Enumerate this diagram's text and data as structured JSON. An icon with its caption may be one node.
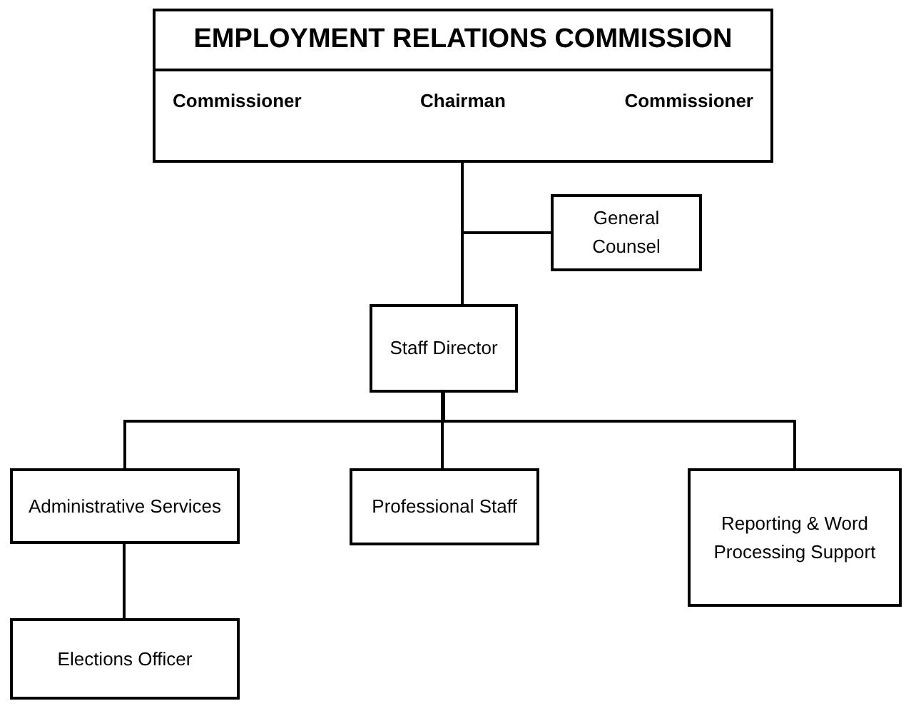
{
  "diagram": {
    "nodes": [
      {
        "text": [
          "EMPLOYMENT RELATIONS COMMISSION",
          "Commissioner",
          "Chairman",
          "Commissioner"
        ]
      },
      {
        "text": [
          "General Counsel"
        ]
      },
      {
        "text": [
          "Staff Director"
        ]
      },
      {
        "text": [
          "Administrative Services"
        ]
      },
      {
        "text": [
          "Professional Staff"
        ]
      },
      {
        "text": [
          "Reporting & Word Processing Support"
        ]
      },
      {
        "text": [
          "Elections Officer"
        ]
      }
    ],
    "edges": [
      {
        "from": 0,
        "to": 2,
        "arrow": "none"
      },
      {
        "from": 0,
        "to": 1,
        "arrow": "none"
      },
      {
        "from": 2,
        "to": 3,
        "arrow": "none"
      },
      {
        "from": 2,
        "to": 4,
        "arrow": "none"
      },
      {
        "from": 2,
        "to": 5,
        "arrow": "none"
      },
      {
        "from": 3,
        "to": 6,
        "arrow": "none"
      }
    ]
  }
}
